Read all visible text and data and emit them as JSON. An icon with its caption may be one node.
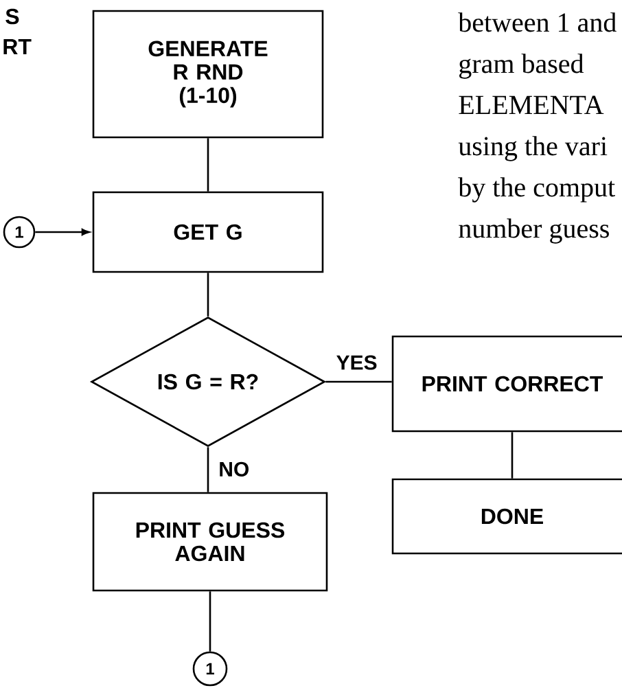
{
  "diagram": {
    "nodes": [
      {
        "text": [
          "GENERATE R RND (1-10)"
        ]
      },
      {
        "text": [
          "GET G"
        ]
      },
      {
        "text": [
          "1"
        ]
      },
      {
        "text": [
          "IS G = R?"
        ]
      },
      {
        "text": [
          "PRINT CORRECT"
        ]
      },
      {
        "text": [
          "DONE"
        ]
      },
      {
        "text": [
          "PRINT GUESS AGAIN"
        ]
      },
      {
        "text": [
          "1"
        ]
      }
    ],
    "edges": [
      {
        "from": 0,
        "to": 1,
        "arrow": "none"
      },
      {
        "from": 2,
        "to": 1,
        "arrow": "to"
      },
      {
        "from": 1,
        "to": 3,
        "arrow": "none"
      },
      {
        "from": 3,
        "to": 4,
        "arrow": "none",
        "label": "YES"
      },
      {
        "from": 3,
        "to": 6,
        "arrow": "none",
        "label": "NO"
      },
      {
        "from": 4,
        "to": 5,
        "arrow": "none"
      },
      {
        "from": 6,
        "to": 7,
        "arrow": "none"
      }
    ],
    "labels": [
      "S",
      "RT",
      "between 1 and",
      "gram based",
      "ELEMENTA",
      "using the vari",
      "by the comput",
      "number guess"
    ]
  }
}
